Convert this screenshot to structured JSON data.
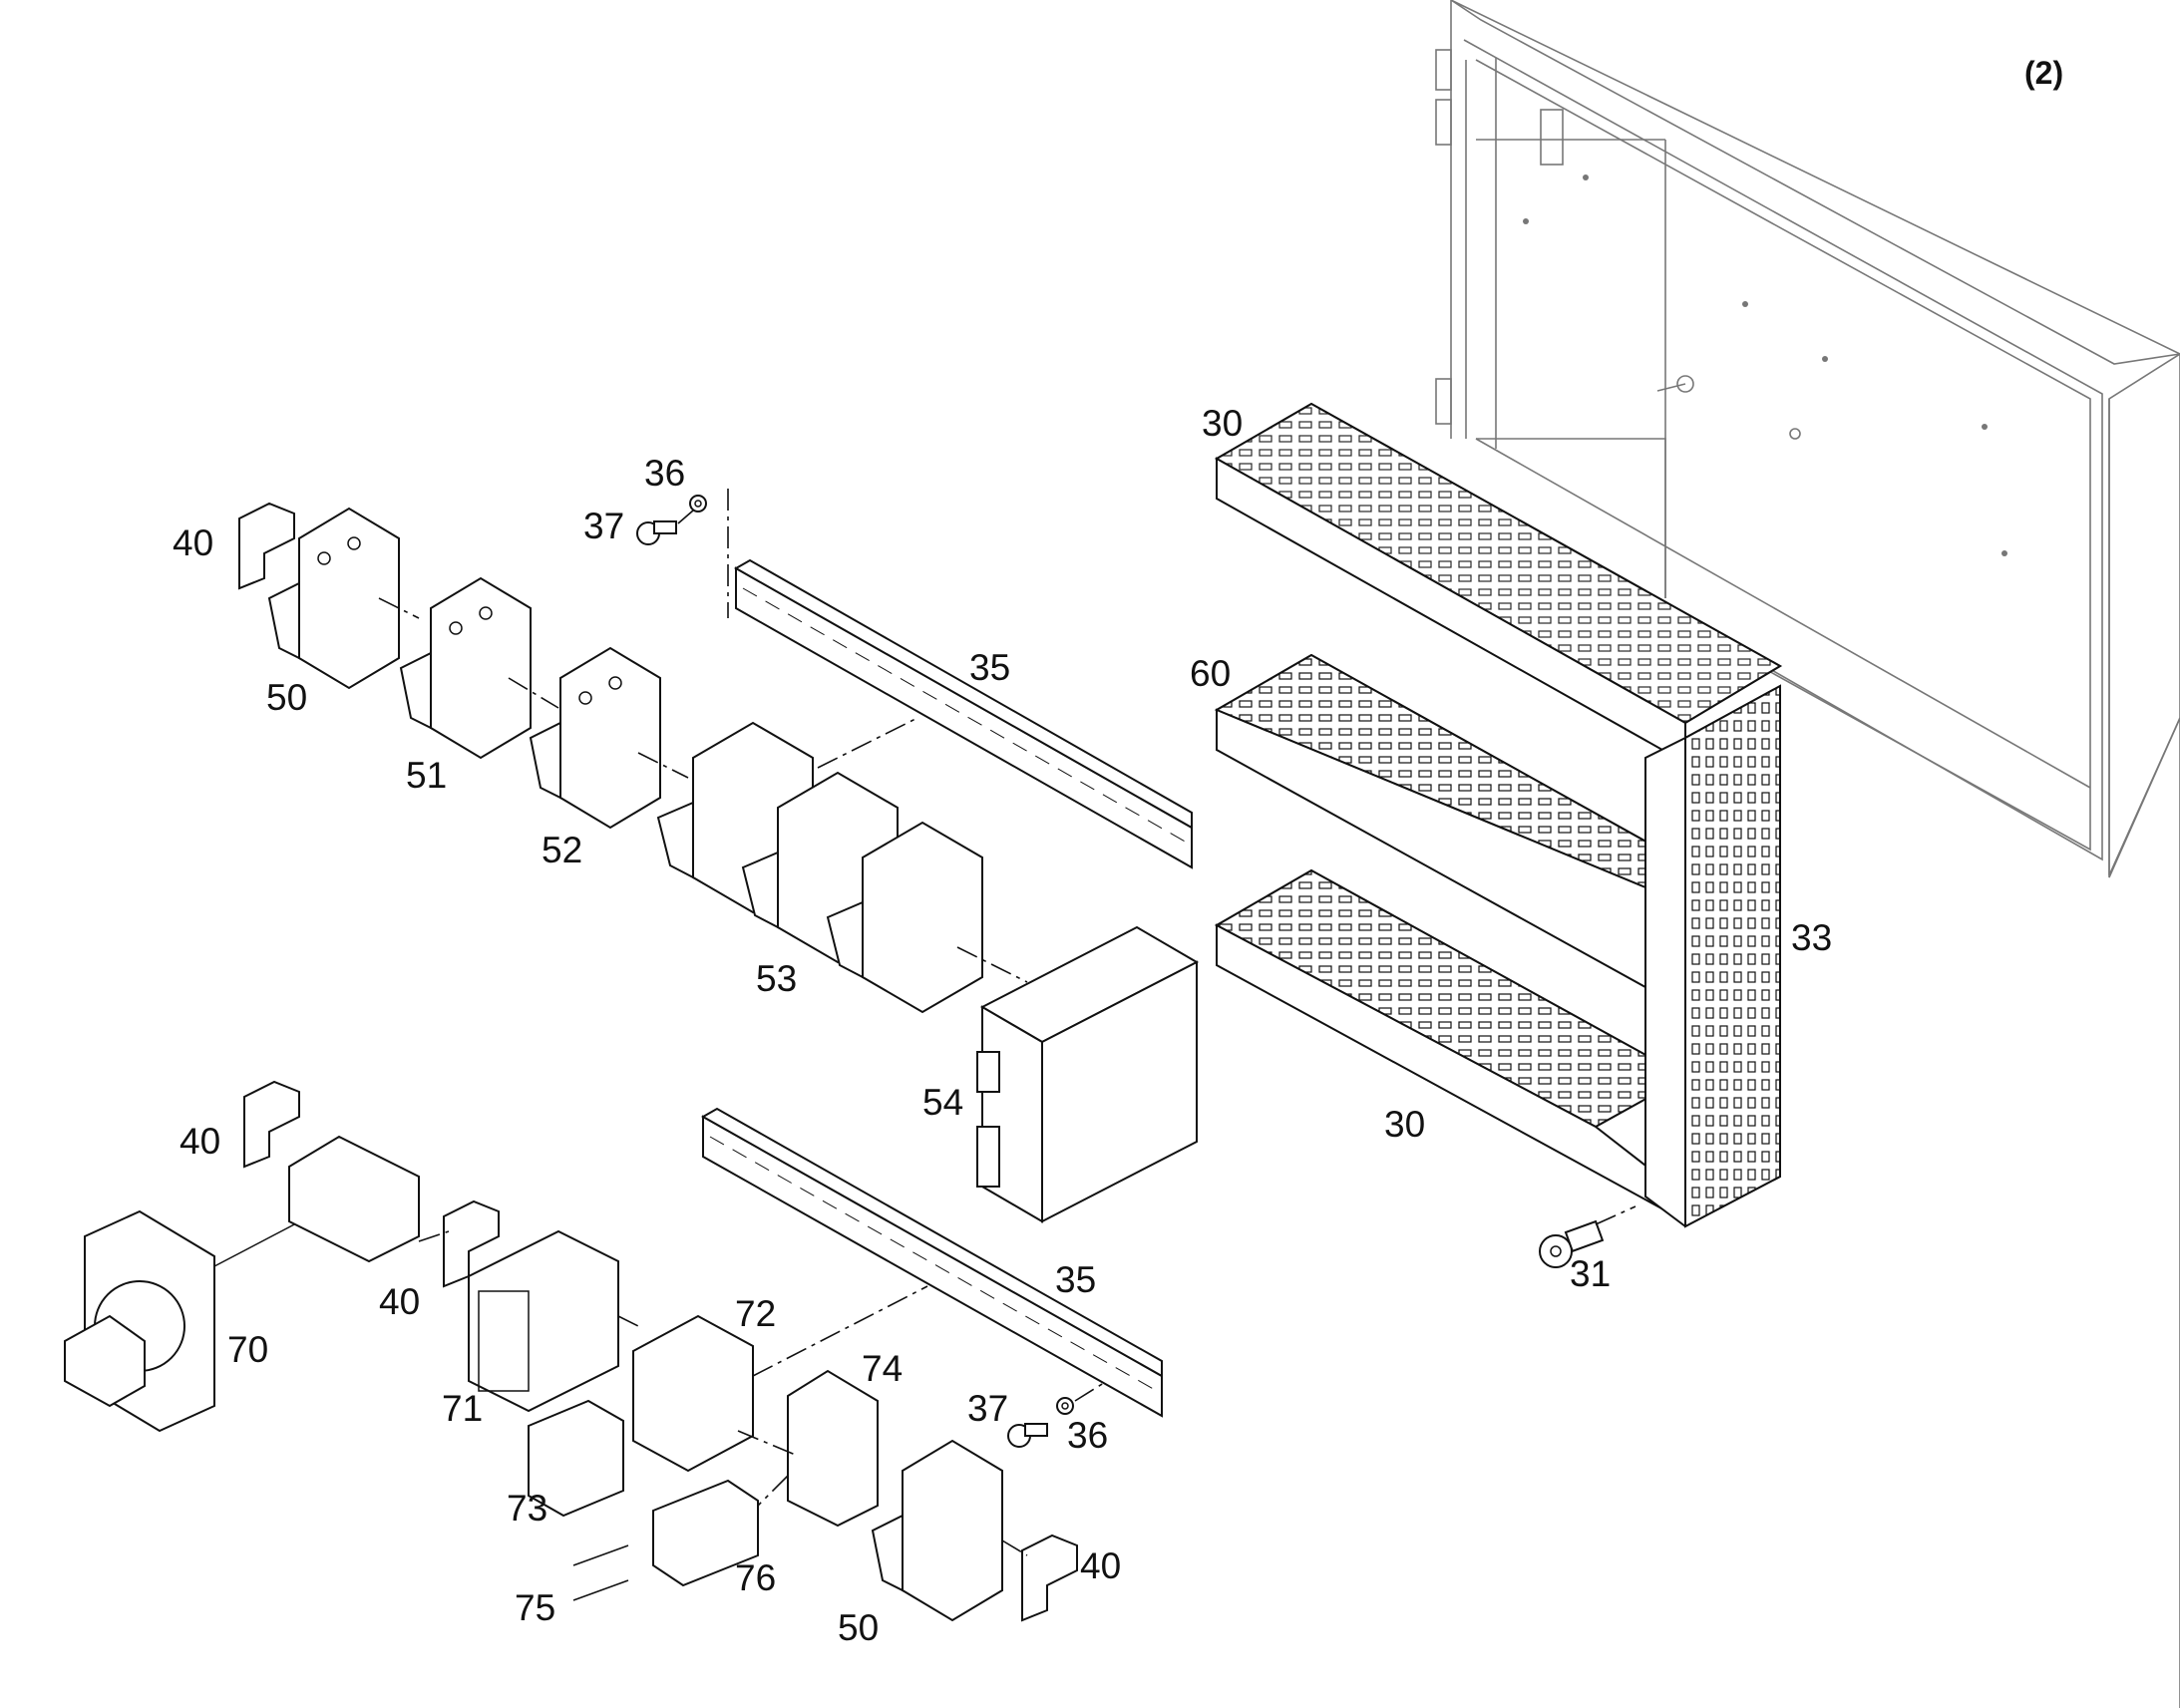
{
  "diagram": {
    "reference_label": "(2)",
    "callouts": {
      "c30a": "30",
      "c30b": "30",
      "c60": "60",
      "c33": "33",
      "c31": "31",
      "c35a": "35",
      "c35b": "35",
      "c36a": "36",
      "c36b": "36",
      "c37a": "37",
      "c37b": "37",
      "c40a": "40",
      "c40b": "40",
      "c40c": "40",
      "c40d": "40",
      "c50a": "50",
      "c50b": "50",
      "c51": "51",
      "c52": "52",
      "c53": "53",
      "c54": "54",
      "c70": "70",
      "c71": "71",
      "c72": "72",
      "c73": "73",
      "c74": "74",
      "c75": "75",
      "c76": "76"
    }
  }
}
